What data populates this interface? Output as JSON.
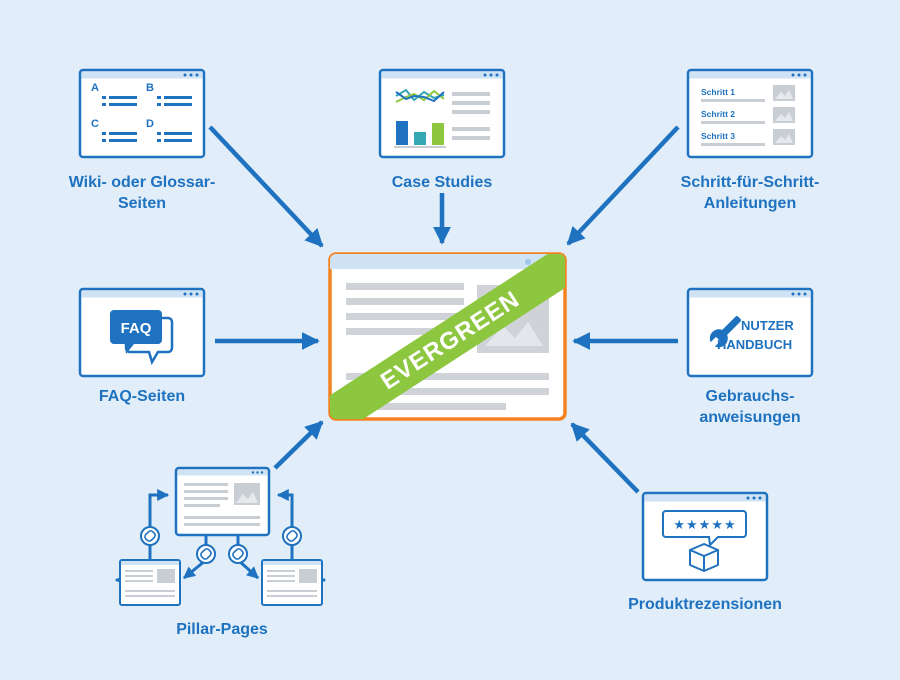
{
  "center": {
    "banner": "EVERGREEN"
  },
  "nodes": {
    "glossary": {
      "label": "Wiki- oder Glossar-Seiten",
      "letters": [
        "A",
        "B",
        "C",
        "D"
      ]
    },
    "case_studies": {
      "label": "Case Studies"
    },
    "steps": {
      "label": "Schritt-für-Schritt-Anleitungen",
      "items": [
        "Schritt 1",
        "Schritt 2",
        "Schritt 3"
      ]
    },
    "faq": {
      "label": "FAQ-Seiten",
      "icon_text": "FAQ"
    },
    "manual": {
      "label": "Gebrauchs-anweisungen",
      "icon_line1": "NUTZER",
      "icon_line2": "HANDBUCH"
    },
    "pillar": {
      "label": "Pillar-Pages"
    },
    "reviews": {
      "label": "Produktrezensionen",
      "stars": "★★★★★"
    }
  },
  "colors": {
    "background": "#e1eef9",
    "blue": "#1e72c0",
    "orange": "#f58220",
    "green": "#8dc63f",
    "chart_teal": "#35a7b2",
    "chart_green": "#8dc63f",
    "gray_line": "#c9ced4",
    "window_bar": "#cfe3f5"
  }
}
